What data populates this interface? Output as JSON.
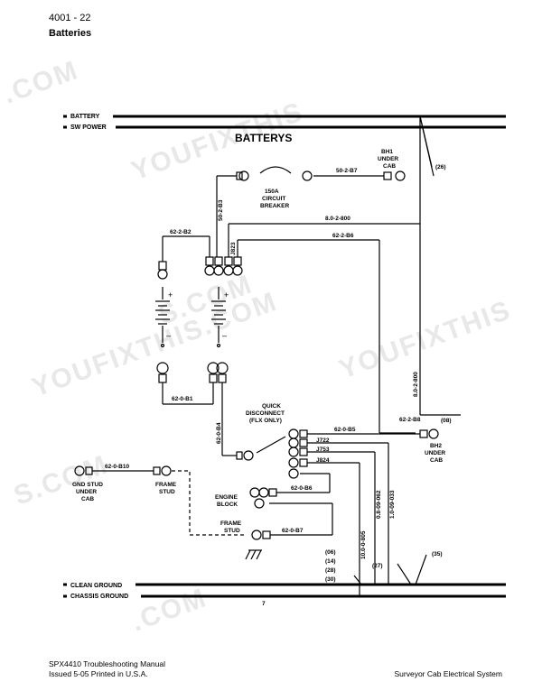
{
  "header": {
    "page_number": "4001 - 22",
    "section_title": "Batteries"
  },
  "footer": {
    "manual": "SPX4410 Troubleshooting Manual",
    "issue": "Issued 5-05   Printed in U.S.A.",
    "system": "Surveyor Cab Electrical System"
  },
  "watermarks": {
    "w1": ".COM",
    "w2": "YOUFIXTHIS",
    "w3": "S.COM",
    "w4": "YOUFIXTHIS.COM",
    "w5": "S.COM",
    "w6": "YOUFIXTHIS",
    "w7": ".COM"
  },
  "diagram": {
    "title": "BATTERYS",
    "buses": {
      "battery": "BATTERY",
      "sw_power": "SW POWER",
      "clean_ground": "CLEAN GROUND",
      "chassis_ground": "CHASSIS GROUND"
    },
    "refs": {
      "r26": "(26)",
      "r08a": "(08)",
      "r27": "(27)",
      "r35": "(35)",
      "r06": "(06)",
      "r14": "(14)",
      "r28": "(28)",
      "r30": "(30)",
      "sheet": "7"
    },
    "components": {
      "bh1_l1": "BH1",
      "bh1_l2": "UNDER",
      "bh1_l3": "CAB",
      "cb_l1": "150A",
      "cb_l2": "CIRCUIT",
      "cb_l3": "BREAKER",
      "qd_l1": "QUICK",
      "qd_l2": "DISCONNECT",
      "qd_l3": "(FLX ONLY)",
      "bh2_l1": "BH2",
      "bh2_l2": "UNDER",
      "bh2_l3": "CAB",
      "gnd_l1": "GND STUD",
      "gnd_l2": "UNDER",
      "gnd_l3": "CAB",
      "fs1_l1": "FRAME",
      "fs1_l2": "STUD",
      "eb_l1": "ENGINE",
      "eb_l2": "BLOCK",
      "fs2_l1": "FRAME",
      "fs2_l2": "STUD"
    },
    "wires": {
      "w50_2_b7": "50-2-B7",
      "w50_2_b3": "50-2-B3",
      "w8_0_800": "8.0-2-800",
      "w62_2_b6": "62-2-B6",
      "j823": "J823",
      "w62_2_b2": "62-2-B2",
      "w62_0_b1": "62-0-B1",
      "w8_0_2_800v": "8.0-2-800",
      "w62_2_b8": "62-2-B8",
      "w62_0_b4": "62-0-B4",
      "w62_0_b5": "62-0-B5",
      "j722": "J722",
      "j753": "J753",
      "j824": "J824",
      "w62_0_b10": "62-0-B10",
      "w62_0_b6": "62-0-B6",
      "w62_0_b7": "62-0-B7",
      "w1_0_09_033": "1.0-09-033",
      "w0_8_09_062": "0.8-09-062",
      "w10_0_805": "10.0-0-805"
    },
    "battery_polarity": {
      "plus": "+",
      "minus": "–"
    }
  }
}
